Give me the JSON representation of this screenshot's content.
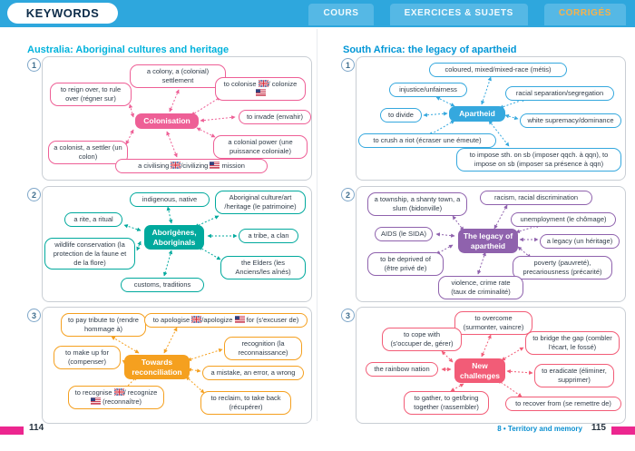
{
  "header": {
    "logo": "KEYWORDS",
    "tabs": [
      "COURS",
      "EXERCICES & SUJETS",
      "CORRIGÉS"
    ]
  },
  "colors": {
    "header_blue": "#2ea7dd",
    "map_pink": "#ee5f96",
    "map_teal": "#00a99d",
    "map_orange": "#f5a01f",
    "map_blue": "#35a8de",
    "map_purple": "#8f62ad",
    "map_red": "#f25c77",
    "title_cyan": "#00b2dc",
    "title_blue": "#0096d6",
    "page_marker_pink": "#ec268f"
  },
  "pages": {
    "left": {
      "title": "Australia: Aboriginal cultures and heritage",
      "page_number": "114",
      "maps": [
        {
          "number": "1",
          "center": "Colonisation",
          "nodes": {
            "colony": "a colony, a (colonial) settlement",
            "colonise": {
              "t1": "to colonise ",
              "t2": "/ colonize ",
              "t3": ""
            },
            "reign": "to reign over, to rule over (régner sur)",
            "invade": "to invade (envahir)",
            "power": "a colonial power (une puissance coloniale)",
            "colonist": "a colonist, a settler (un colon)",
            "civilising": {
              "t1": "a civilising ",
              "t2": "/civilizing ",
              "t3": " mission"
            }
          }
        },
        {
          "number": "2",
          "center": "Aborigènes, Aboriginals",
          "nodes": {
            "indigenous": "indigenous, native",
            "culture": "Aboriginal culture/art /heritage (le patrimoine)",
            "rite": "a rite, a ritual",
            "tribe": "a tribe, a clan",
            "wildlife": "wildlife conservation (la protection de la faune et de la flore)",
            "elders": "the Elders (les Anciens/les aînés)",
            "customs": "customs, traditions"
          }
        },
        {
          "number": "3",
          "center": "Towards reconciliation",
          "nodes": {
            "tribute": "to pay tribute to (rendre hommage à)",
            "apologise": {
              "t1": "to apologise ",
              "t2": "/apologize ",
              "t3": " for (s'excuser de)"
            },
            "makeup": "to make up for (compenser)",
            "recognition": "recognition (la reconnaissance)",
            "mistake": "a mistake, an error, a wrong",
            "recognise": {
              "t1": "to recognise ",
              "t2": "/ recognize ",
              "t3": " (reconnaître)"
            },
            "reclaim": "to reclaim, to take back (récupérer)"
          }
        }
      ]
    },
    "right": {
      "title": "South Africa: the legacy of apartheid",
      "chapter": "8 • Territory and memory",
      "page_number": "115",
      "maps": [
        {
          "number": "1",
          "center": "Apartheid",
          "nodes": {
            "coloured": "coloured, mixed/mixed-race (métis)",
            "injustice": "injustice/unfairness",
            "separation": "racial separation/segregation",
            "divide": "to divide",
            "supremacy": "white supremacy/dominance",
            "crush": "to crush a riot (écraser une émeute)",
            "impose": "to impose sth. on sb (imposer qqch. à qqn), to impose on sb (imposer sa présence à qqn)"
          }
        },
        {
          "number": "2",
          "center": "The legacy of apartheid",
          "nodes": {
            "township": "a township, a shanty town, a slum (bidonville)",
            "racism": "racism, racial discrimination",
            "unemployment": "unemployment (le chômage)",
            "aids": "AIDS (le SIDA)",
            "legacy": "a legacy (un héritage)",
            "deprived": "to be deprived of (être privé de)",
            "poverty": "poverty (pauvreté), precariousness (précarité)",
            "violence": "violence, crime rate (taux de criminalité)"
          }
        },
        {
          "number": "3",
          "center": "New challenges",
          "nodes": {
            "overcome": "to overcome (surmonter, vaincre)",
            "cope": "to cope with (s'occuper de, gérer)",
            "bridge": "to bridge the gap (combler l'écart, le fossé)",
            "rainbow": "the rainbow nation",
            "eradicate": "to eradicate (éliminer, supprimer)",
            "gather": "to gather, to get/bring together (rassembler)",
            "recover": "to recover from (se remettre de)"
          }
        }
      ]
    }
  }
}
